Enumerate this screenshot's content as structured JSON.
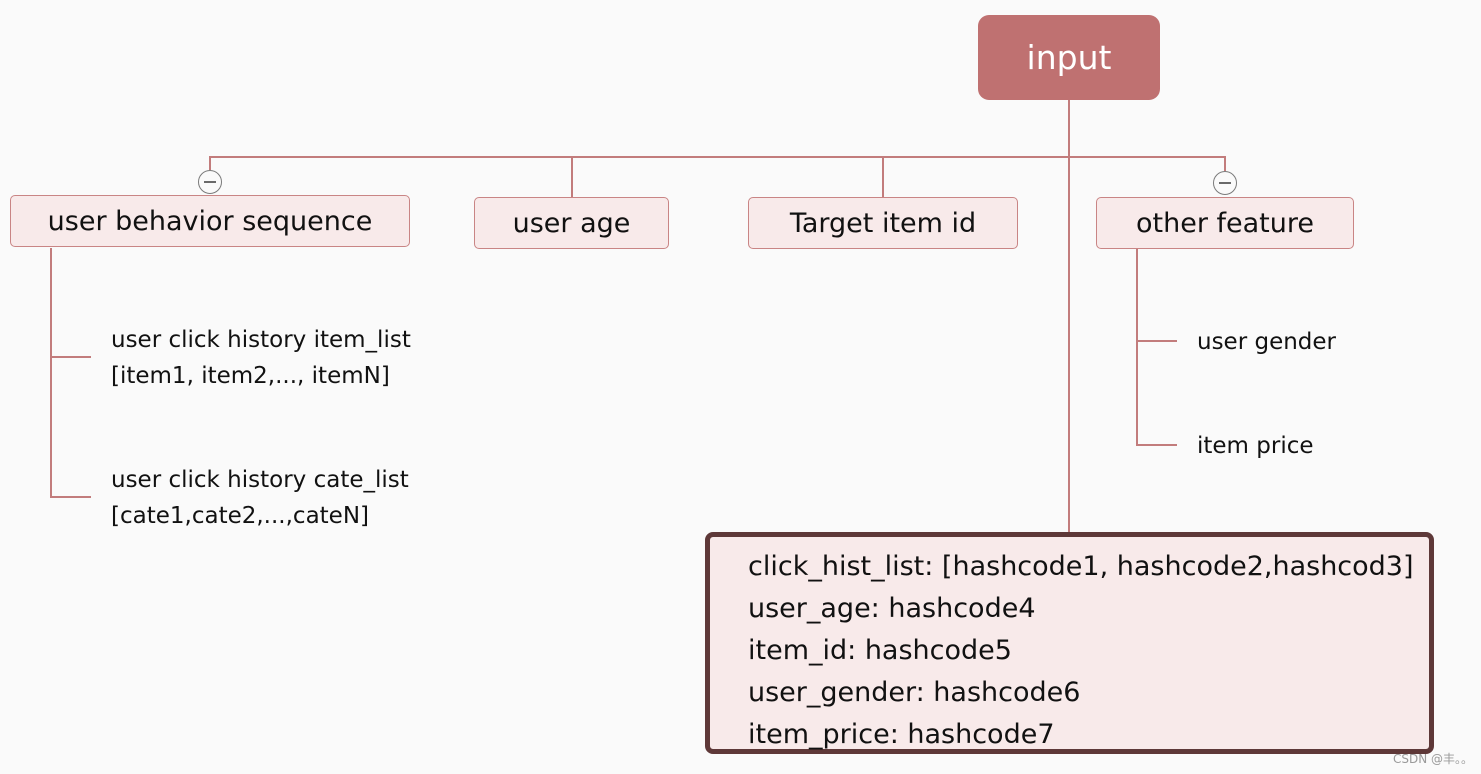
{
  "root": {
    "label": "input"
  },
  "topics": [
    {
      "label": "user behavior sequence",
      "collapsed_toggle": true,
      "children": [
        {
          "line1": "user click history item_list",
          "line2": "[item1, item2,..., itemN]"
        },
        {
          "line1": "user click history cate_list",
          "line2": "[cate1,cate2,...,cateN]"
        }
      ]
    },
    {
      "label": "user age"
    },
    {
      "label": "Target item id"
    },
    {
      "label": "other feature",
      "collapsed_toggle": true,
      "children": [
        {
          "line1": "user gender"
        },
        {
          "line1": "item price"
        }
      ]
    }
  ],
  "result": {
    "lines": [
      "click_hist_list: [hashcode1, hashcode2,hashcod3]",
      "user_age: hashcode4",
      "item_id: hashcode5",
      "user_gender: hashcode6",
      "item_price: hashcode7"
    ]
  },
  "credit": "CSDN @丰。。",
  "colors": {
    "root_fill": "#bf7171",
    "connector": "#c27c7c",
    "topic_fill": "#f8eaea",
    "topic_border": "#c98585",
    "result_border": "#5e3838"
  }
}
